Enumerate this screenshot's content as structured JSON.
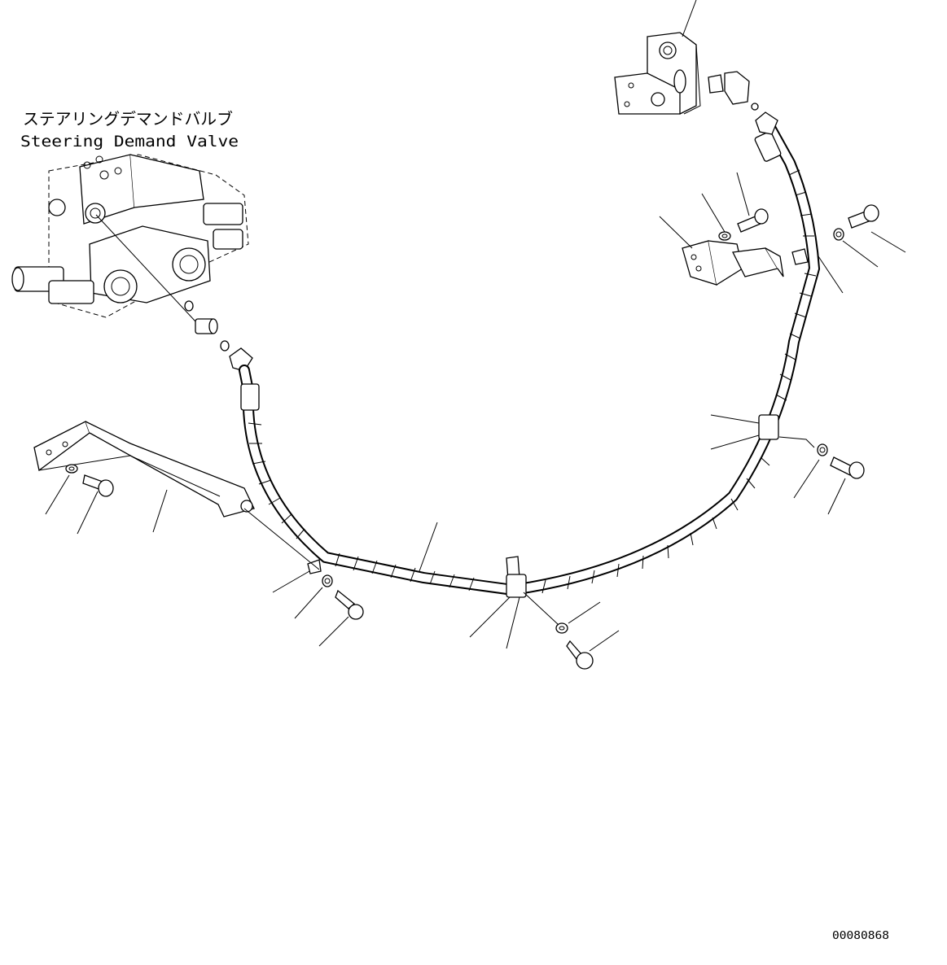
{
  "valve_label": {
    "japanese": "ステアリングデマンドバルブ",
    "english": "Steering Demand Valve"
  },
  "drawing_number": "00080868"
}
